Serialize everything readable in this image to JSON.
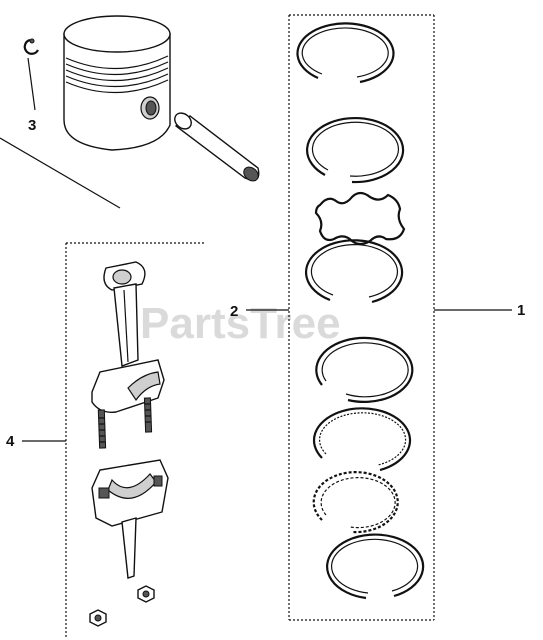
{
  "callouts": {
    "one": "1",
    "two": "2",
    "three": "3",
    "four": "4"
  },
  "watermark": "PartsTree",
  "icons": [
    "piston",
    "retaining-ring",
    "wrist-pin",
    "piston-rings",
    "connecting-rod",
    "rod-cap",
    "nut"
  ]
}
